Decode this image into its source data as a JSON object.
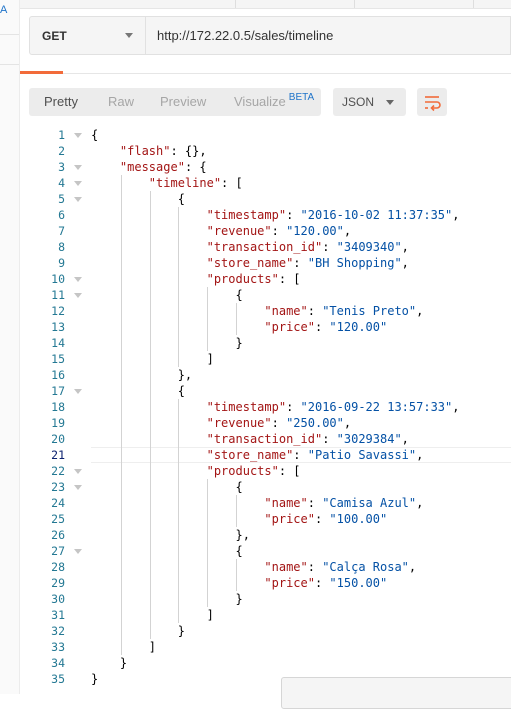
{
  "sidebar": {
    "partial_label": "A"
  },
  "request": {
    "method": "GET",
    "url": "http://172.22.0.5/sales/timeline"
  },
  "response": {
    "views": [
      "Pretty",
      "Raw",
      "Preview",
      "Visualize"
    ],
    "active_view": "Pretty",
    "beta_label": "BETA",
    "format": "JSON",
    "active_line": 21,
    "lines": [
      "{",
      "    \"flash\": {},",
      "    \"message\": {",
      "        \"timeline\": [",
      "            {",
      "                \"timestamp\": \"2016-10-02 11:37:35\",",
      "                \"revenue\": \"120.00\",",
      "                \"transaction_id\": \"3409340\",",
      "                \"store_name\": \"BH Shopping\",",
      "                \"products\": [",
      "                    {",
      "                        \"name\": \"Tenis Preto\",",
      "                        \"price\": \"120.00\"",
      "                    }",
      "                ]",
      "            },",
      "            {",
      "                \"timestamp\": \"2016-09-22 13:57:33\",",
      "                \"revenue\": \"250.00\",",
      "                \"transaction_id\": \"3029384\",",
      "                \"store_name\": \"Patio Savassi\",",
      "                \"products\": [",
      "                    {",
      "                        \"name\": \"Camisa Azul\",",
      "                        \"price\": \"100.00\"",
      "                    },",
      "                    {",
      "                        \"name\": \"Calça Rosa\",",
      "                        \"price\": \"150.00\"",
      "                    }",
      "                ]",
      "            }",
      "        ]",
      "    }",
      "}"
    ]
  },
  "colors": {
    "accent": "#f26b3a",
    "line_number": "#237893",
    "json_key": "#a31515",
    "json_string": "#0451a5",
    "beta": "#1e73c9"
  }
}
